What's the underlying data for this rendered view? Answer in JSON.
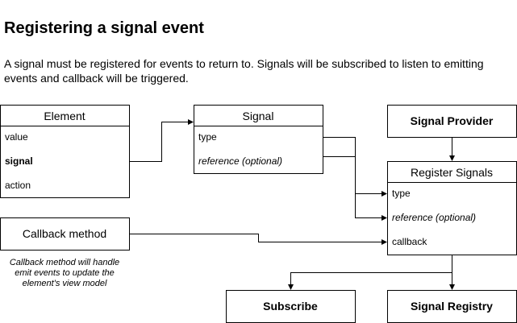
{
  "page": {
    "title": "Registering a signal event",
    "intro": "A signal must be registered for events to return to. Signals will be subscribed to listen to emitting events and callback will be triggered."
  },
  "diagram": {
    "element": {
      "header": "Element",
      "fields": [
        "value",
        "signal",
        "action"
      ]
    },
    "signal": {
      "header": "Signal",
      "fields": [
        "type",
        "reference (optional)"
      ]
    },
    "signal_provider": {
      "label": "Signal Provider"
    },
    "register_signals": {
      "header": "Register Signals",
      "fields": [
        "type",
        "reference (optional)",
        "callback"
      ]
    },
    "callback_method": {
      "label": "Callback method",
      "note": [
        "Callback method will handle",
        "emit events to update the",
        "element's view model"
      ]
    },
    "subscribe": {
      "label": "Subscribe"
    },
    "signal_registry": {
      "label": "Signal Registry"
    }
  }
}
